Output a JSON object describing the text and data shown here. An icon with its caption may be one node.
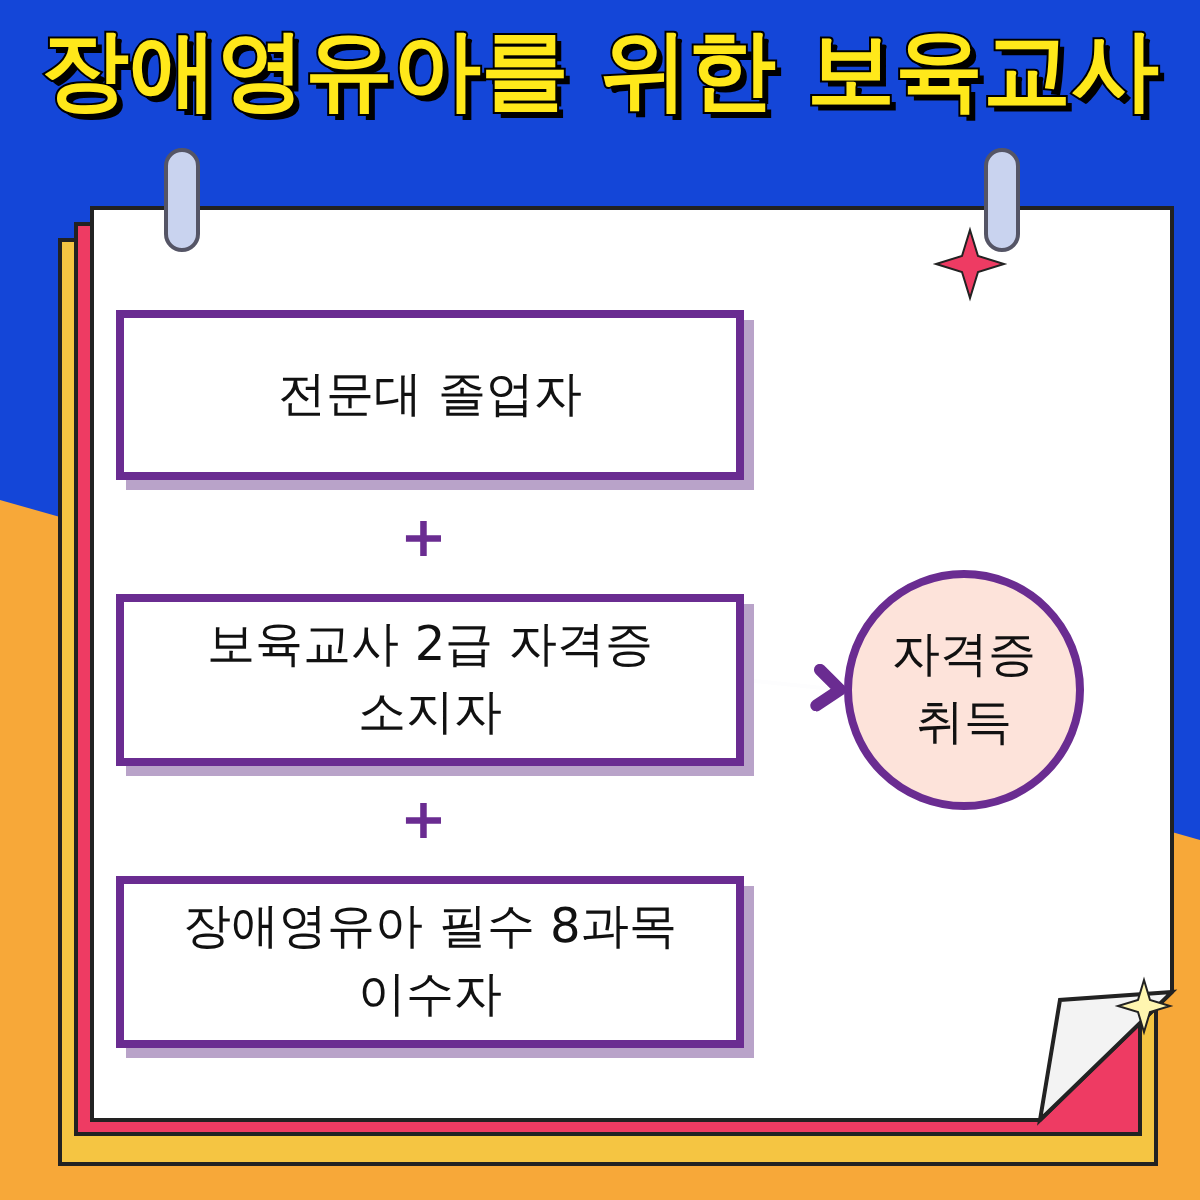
{
  "diagram": {
    "title": "장애영유아를 위한 보육교사",
    "nodes": [
      {
        "text": [
          "전문대 졸업자"
        ]
      },
      {
        "text": [
          "보육교사 2급 자격증 소지자"
        ]
      },
      {
        "text": [
          "장애영유아 필수 8과목 이수자"
        ]
      },
      {
        "text": [
          "자격증 취득"
        ]
      }
    ],
    "edges": [
      {
        "from": 1,
        "to": 3,
        "arrow": "to"
      }
    ],
    "labels": [
      "+",
      "+"
    ]
  }
}
